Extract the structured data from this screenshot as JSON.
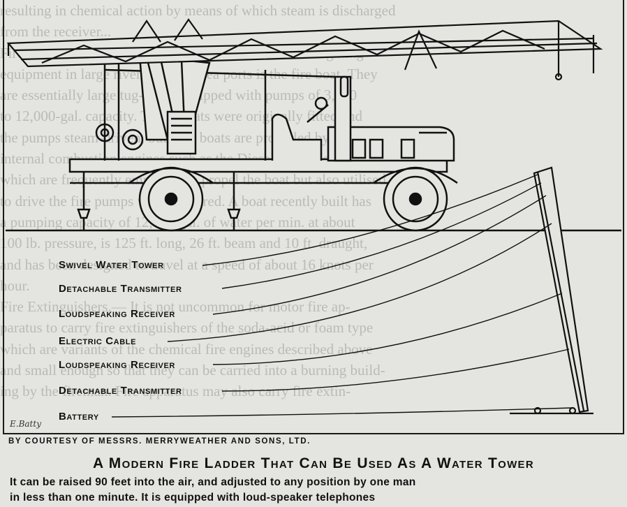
{
  "background_text_lines": [
    "resulting in chemical action by means of which steam is discharged",
    "from the receiver...",
    "Fire Boats.— A comparatively new feature in the fire-fighting",
    "equipment in large river, lake and sea ports is the fire boat. They",
    "are essentially large tug-boats equipped with pumps of 3,000",
    "to 12,000-gal. capacity. These boats were originally fitted and",
    "the pumps steam-driven, but now boats are propelled by",
    "internal combustion engines such as the Diesel. The Diesel engines",
    "which are frequently employed to propel the boat but also utilised",
    "to drive the fire pumps when required. A boat recently built has",
    "a pumping capacity of 12,000 gal. of water per min. at about",
    "100 lb. pressure, is 125 ft. long, 26 ft. beam and 10 ft. draught,",
    "and has been designed to travel at a speed of about 16 knots per",
    "hour.",
    "Fire Extinguishers.— It is not uncommon for motor fire ap-",
    "paratus to carry fire extinguishers of the soda-acid or foam type",
    "which are variants of the chemical fire engines described above",
    "and small enough so that they can be carried into a burning build-",
    "ing by the fireman. Fire apparatus may also carry fire extin-"
  ],
  "labels": [
    "Swivel Water Tower",
    "Detachable Transmitter",
    "Loudspeaking Receiver",
    "Electric Cable",
    "Loudspeaking Receiver",
    "Detachable Transmitter",
    "Battery"
  ],
  "signature": "E.Batty",
  "credit": "BY COURTESY OF MESSRS. MERRYWEATHER AND SONS, LTD.",
  "title": "A Modern Fire Ladder That Can Be Used As A Water Tower",
  "caption_lines": [
    "It can be raised 90 feet into the air, and adjusted to any position by one man",
    "in less than one minute. It is equipped with loud-speaker telephones"
  ]
}
